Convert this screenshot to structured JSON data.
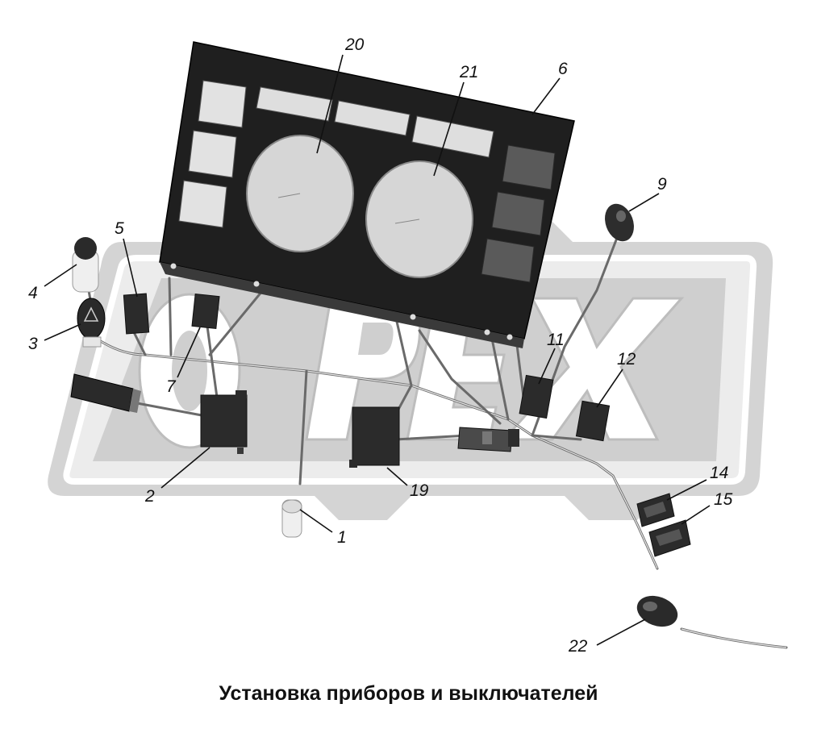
{
  "caption": "Установка приборов и выключателей",
  "watermark": "OPEX",
  "callouts": {
    "c1": "1",
    "c2": "2",
    "c3": "3",
    "c4": "4",
    "c5": "5",
    "c6": "6",
    "c7": "7",
    "c9": "9",
    "c11": "11",
    "c12": "12",
    "c14": "14",
    "c15": "15",
    "c19": "19",
    "c20": "20",
    "c21": "21",
    "c22": "22"
  }
}
